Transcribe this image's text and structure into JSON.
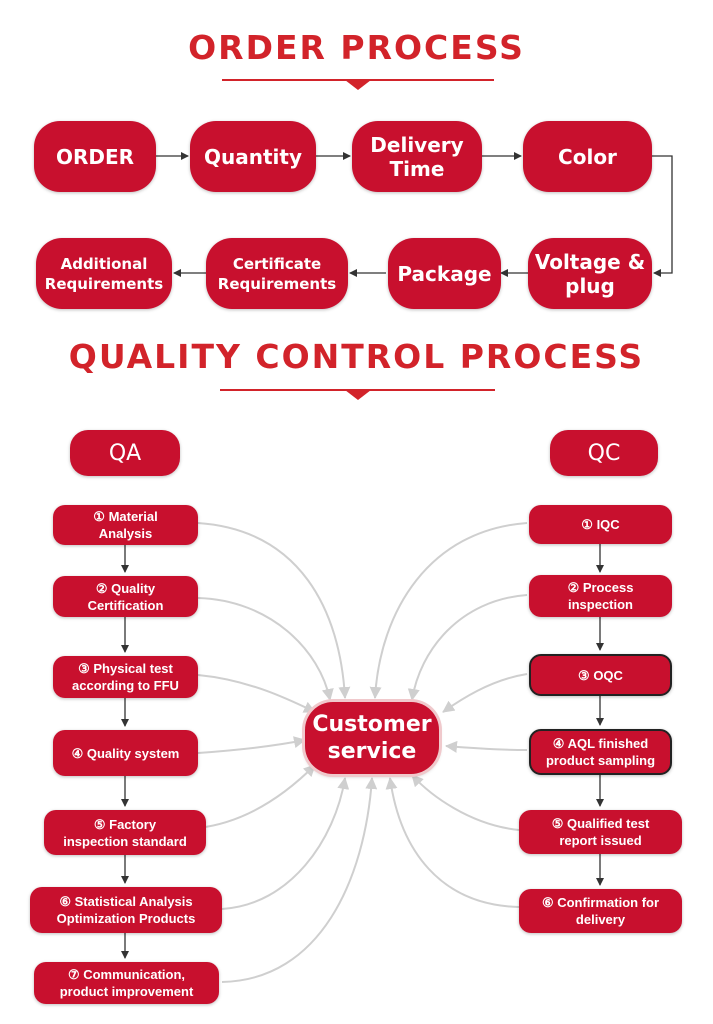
{
  "order_process": {
    "title": "ORDER PROCESS",
    "steps": [
      "ORDER",
      "Quantity",
      "Delivery\nTime",
      "Color",
      "Voltage &\nplug",
      "Package",
      "Certificate\nRequirements",
      "Additional\nRequirements"
    ]
  },
  "quality_control": {
    "title": "QUALITY CONTROL PROCESS",
    "center": "Customer\nservice",
    "qa": {
      "header": "QA",
      "steps": [
        "① Material\nAnalysis",
        "② Quality\nCertification",
        "③ Physical test\naccording to FFU",
        "④ Quality system",
        "⑤ Factory\ninspection standard",
        "⑥ Statistical Analysis\nOptimization Products",
        "⑦ Communication,\nproduct improvement"
      ]
    },
    "qc": {
      "header": "QC",
      "steps": [
        "① IQC",
        "② Process\ninspection",
        "③ OQC",
        "④ AQL finished\nproduct sampling",
        "⑤ Qualified test\nreport issued",
        "⑥ Confirmation for\ndelivery"
      ]
    }
  },
  "colors": {
    "accent": "#d2232a",
    "box": "#c8102e",
    "connector_gray": "#cfcfcf",
    "arrow_dark": "#333333"
  }
}
